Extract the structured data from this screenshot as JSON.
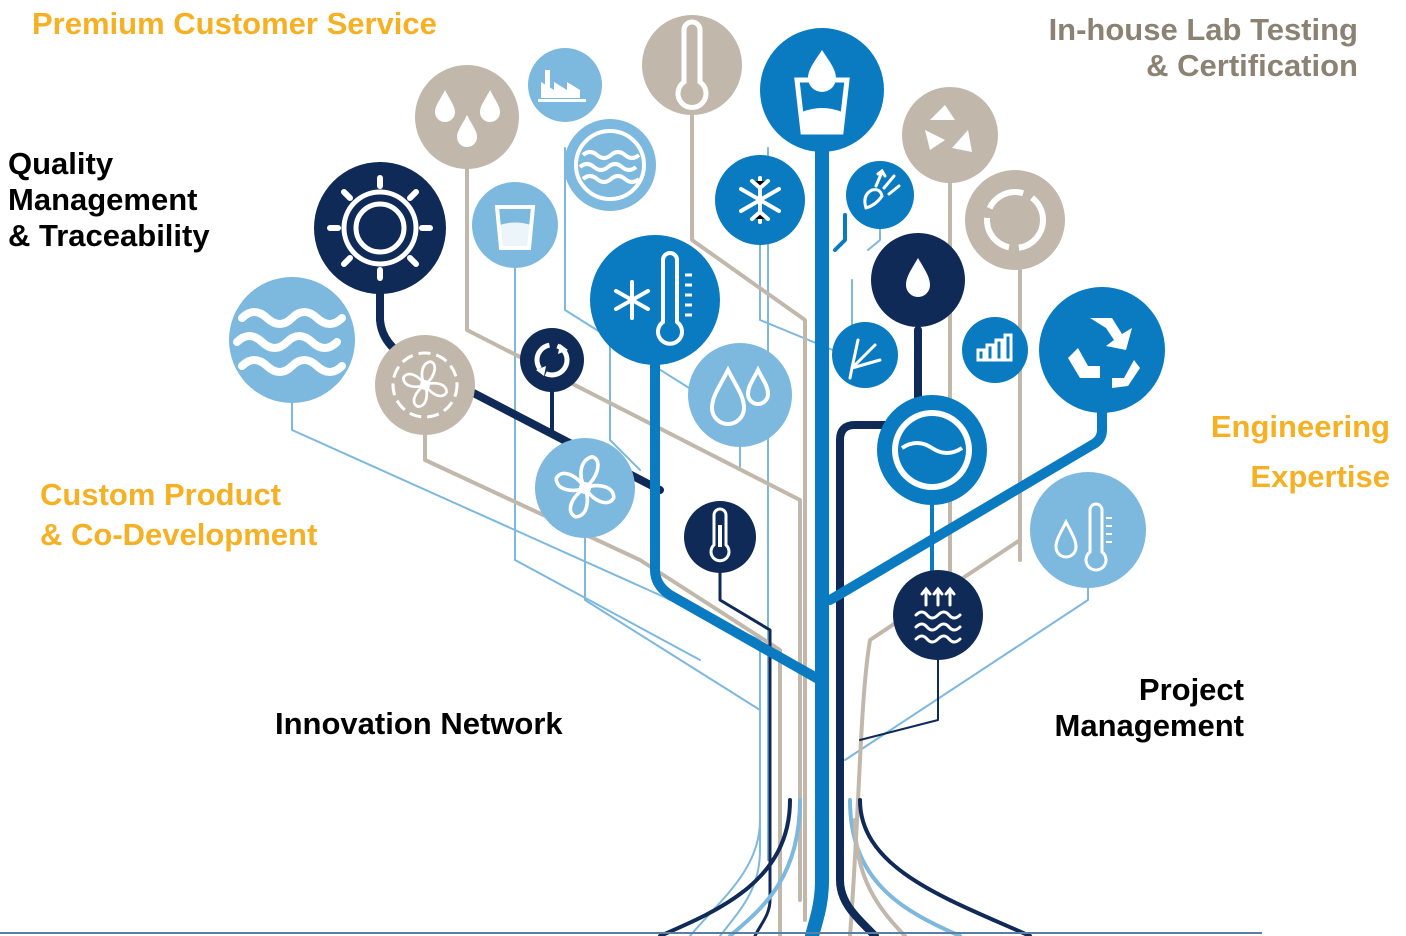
{
  "labels": {
    "premium_customer_service": "Premium Customer Service",
    "in_house_lab": [
      "In-house Lab Testing",
      "& Certification"
    ],
    "quality_management": [
      "Quality",
      "Management",
      "& Traceability"
    ],
    "engineering_expertise": [
      "Engineering",
      "Expertise"
    ],
    "custom_product": [
      "Custom Product",
      "& Co-Development"
    ],
    "innovation_network": "Innovation Network",
    "project_management": [
      "Project",
      "Management"
    ]
  },
  "colors": {
    "navy": "#0f2a57",
    "blue": "#0a7bc0",
    "light_blue": "#7db8de",
    "taupe": "#c1b8ab",
    "gold": "#f5b024",
    "taupe_text": "#8c8274",
    "bottom_rule": "#5a7fa3"
  },
  "icons": [
    {
      "name": "factory-icon"
    },
    {
      "name": "thermometer-icon"
    },
    {
      "name": "water-glass-drop-icon"
    },
    {
      "name": "water-drops-icon"
    },
    {
      "name": "recycle-arrows-icon"
    },
    {
      "name": "gear-icon"
    },
    {
      "name": "water-waves-icon"
    },
    {
      "name": "cup-icon"
    },
    {
      "name": "snowflake-icon"
    },
    {
      "name": "hand-arrows-icon"
    },
    {
      "name": "circular-arrows-icon"
    },
    {
      "name": "drop-icon"
    },
    {
      "name": "waves-icon"
    },
    {
      "name": "fan-icon"
    },
    {
      "name": "refresh-icon"
    },
    {
      "name": "snowflake-thermometer-icon"
    },
    {
      "name": "twin-drops-icon"
    },
    {
      "name": "outward-arrows-icon"
    },
    {
      "name": "signal-bars-icon"
    },
    {
      "name": "recycle-icon"
    },
    {
      "name": "basin-icon"
    },
    {
      "name": "fan-blades-icon"
    },
    {
      "name": "small-thermometer-icon"
    },
    {
      "name": "humidity-thermometer-icon"
    },
    {
      "name": "evaporation-icon"
    }
  ]
}
